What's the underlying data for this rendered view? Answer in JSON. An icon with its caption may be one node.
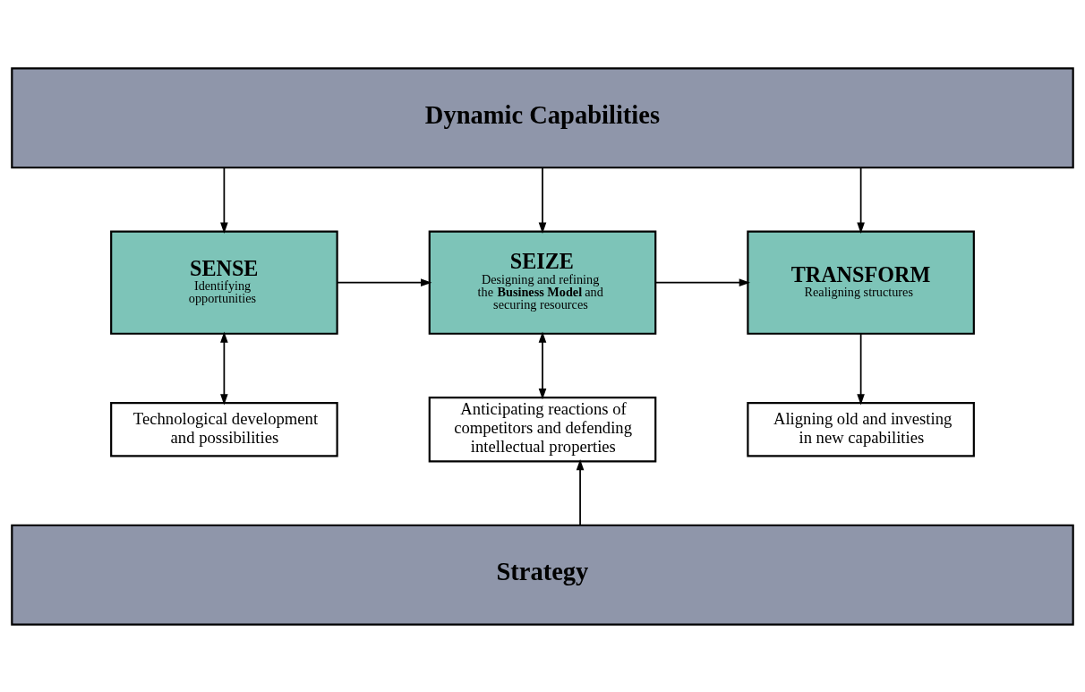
{
  "diagram": {
    "nodes": [
      {
        "text": [
          "Dynamic Capabilities"
        ]
      },
      {
        "text": [
          "SENSE",
          "Identifying opportunities"
        ]
      },
      {
        "text": [
          "SEIZE",
          "Designing and refining the **Business Model** and securing resources"
        ]
      },
      {
        "text": [
          "TRANSFORM",
          "Realigning structures"
        ]
      },
      {
        "text": [
          "Technological development and possibilities"
        ]
      },
      {
        "text": [
          "Anticipating reactions of competitors and defending intellectual properties"
        ]
      },
      {
        "text": [
          "Aligning old and investing in new capabilities"
        ]
      },
      {
        "text": [
          "Strategy"
        ]
      }
    ],
    "edges": [
      {
        "from": 0,
        "to": 1,
        "arrow": "to"
      },
      {
        "from": 0,
        "to": 2,
        "arrow": "to"
      },
      {
        "from": 0,
        "to": 3,
        "arrow": "to"
      },
      {
        "from": 1,
        "to": 2,
        "arrow": "to"
      },
      {
        "from": 2,
        "to": 3,
        "arrow": "to"
      },
      {
        "from": 1,
        "to": 4,
        "arrow": "both"
      },
      {
        "from": 2,
        "to": 5,
        "arrow": "both"
      },
      {
        "from": 3,
        "to": 6,
        "arrow": "to"
      },
      {
        "from": 7,
        "to": 5,
        "arrow": "to"
      }
    ]
  }
}
